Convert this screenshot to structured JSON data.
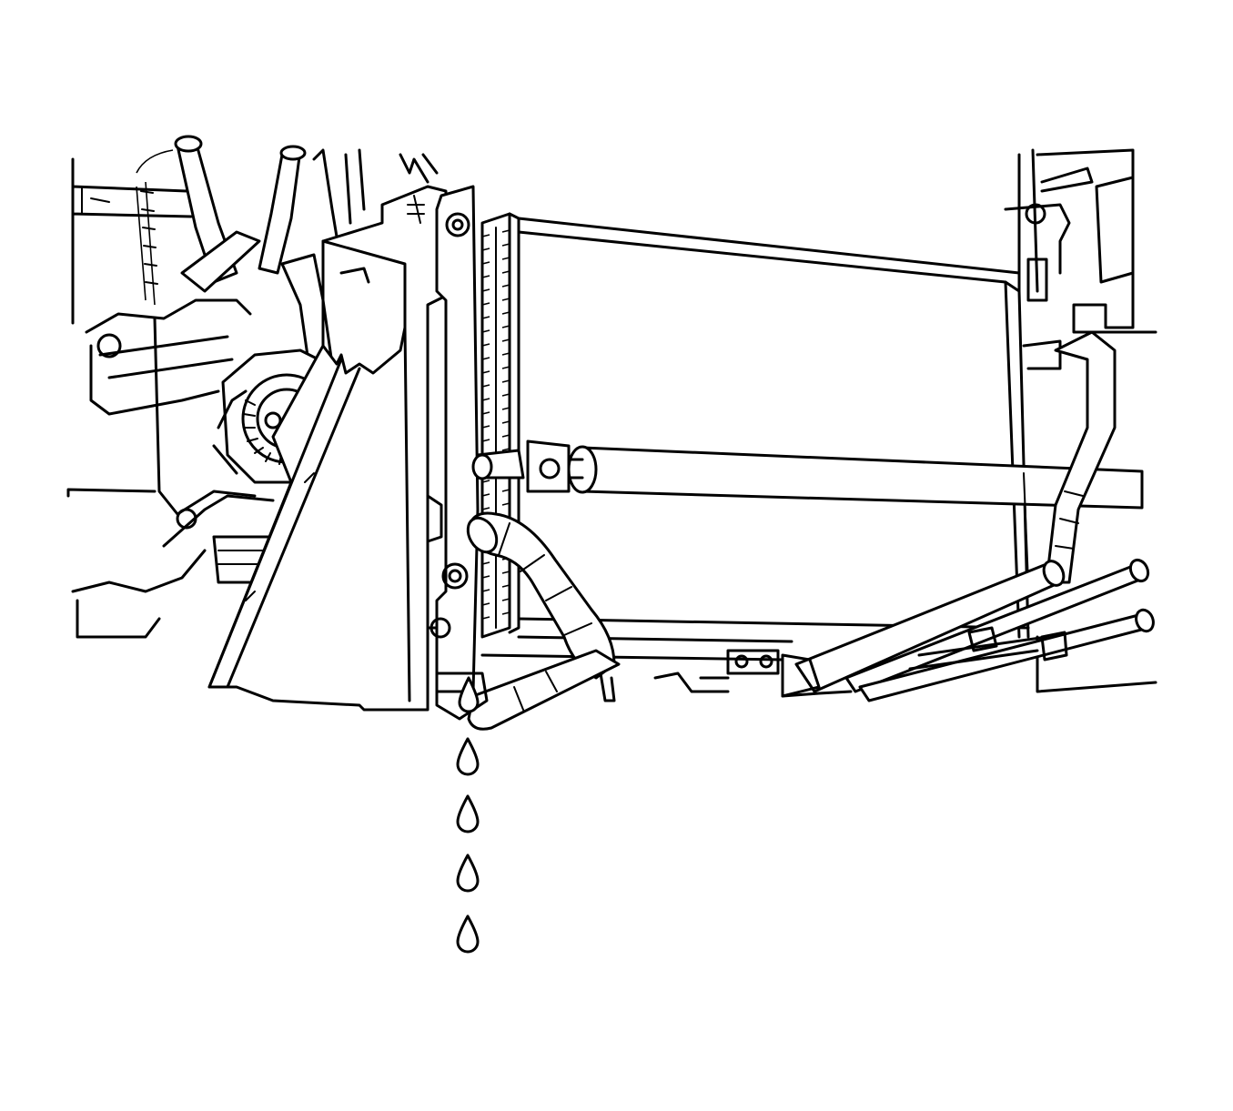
{
  "diagram": {
    "line_color": "#000000",
    "background": "#ffffff",
    "drops": [
      {
        "id": 1
      },
      {
        "id": 2
      },
      {
        "id": 3
      },
      {
        "id": 4
      },
      {
        "id": 5
      }
    ]
  }
}
